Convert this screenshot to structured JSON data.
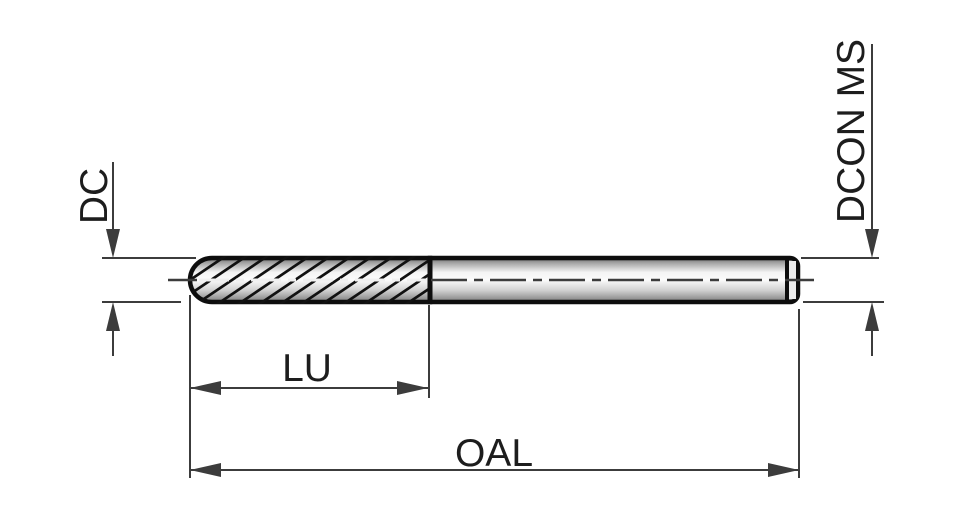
{
  "drawing": {
    "kind": "technical-dimension-drawing",
    "labels": {
      "dc": "DC",
      "dcon_ms": "DCON MS",
      "lu": "LU",
      "oal": "OAL"
    },
    "colors": {
      "background": "#ffffff",
      "dimension_line": "#3c3c3c",
      "tool_outline": "#0d0d0d",
      "label_text": "#1d1d1d",
      "body_highlight": "#fbfbfb",
      "body_shadow": "#6e6e6e"
    }
  }
}
